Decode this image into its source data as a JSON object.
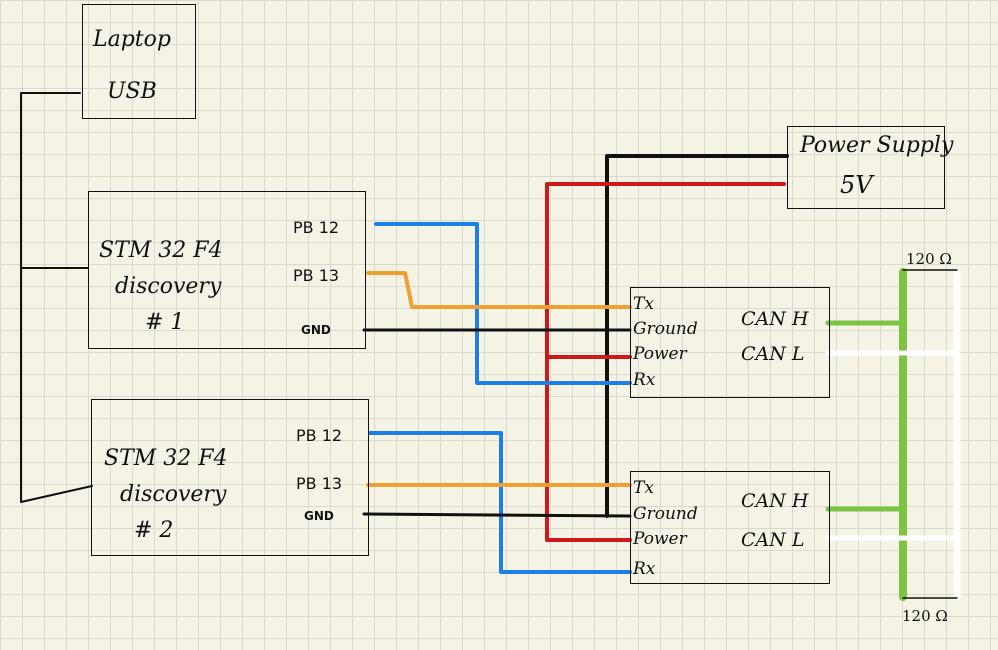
{
  "laptop": {
    "line1": "Laptop",
    "line2": "USB"
  },
  "power_supply": {
    "line1": "Power Supply",
    "line2": "5V"
  },
  "boards": [
    {
      "line1": "STM 32 F4",
      "line2": "discovery",
      "line3": "# 1",
      "pin_pb12": "PB 12",
      "pin_pb13": "PB 13",
      "pin_gnd": "GND"
    },
    {
      "line1": "STM 32 F4",
      "line2": "discovery",
      "line3": "# 2",
      "pin_pb12": "PB 12",
      "pin_pb13": "PB 13",
      "pin_gnd": "GND"
    }
  ],
  "transceivers": [
    {
      "tx": "Tx",
      "ground": "Ground",
      "power": "Power",
      "rx": "Rx",
      "can_h": "CAN  H",
      "can_l": "CAN  L"
    },
    {
      "tx": "Tx",
      "ground": "Ground",
      "power": "Power",
      "rx": "Rx",
      "can_h": "CAN  H",
      "can_l": "CAN  L"
    }
  ],
  "resistors": {
    "top": "120 Ω",
    "bottom": "120 Ω"
  },
  "colors": {
    "pb12_wire": "#1a7fe8",
    "pb13_wire": "#f0a030",
    "ground_wire": "#111111",
    "power_wire": "#cc1a1a",
    "can_h_wire": "#7dc442",
    "can_l_wire": "#ffffff"
  }
}
